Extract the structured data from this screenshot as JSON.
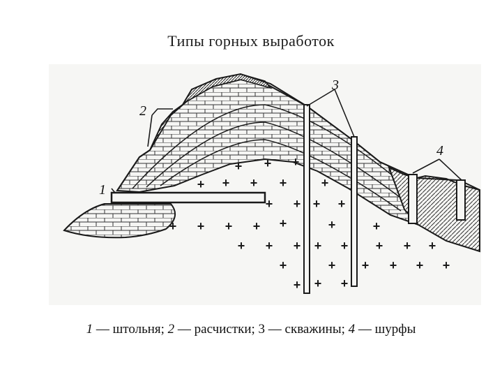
{
  "title": "Типы горных выработок",
  "labels": {
    "l1": "1",
    "l2": "2",
    "l3": "3",
    "l4": "4"
  },
  "caption": {
    "n1": "1",
    "t1": " — штольня; ",
    "n2": "2",
    "t2": " — расчистки; 3 — скважины; ",
    "n4": "4",
    "t4": " — шурфы"
  },
  "symbols": {
    "plus": "+"
  },
  "colors": {
    "ink": "#1a1a1a",
    "paper": "#f6f6f4",
    "hatch": "#333333"
  }
}
